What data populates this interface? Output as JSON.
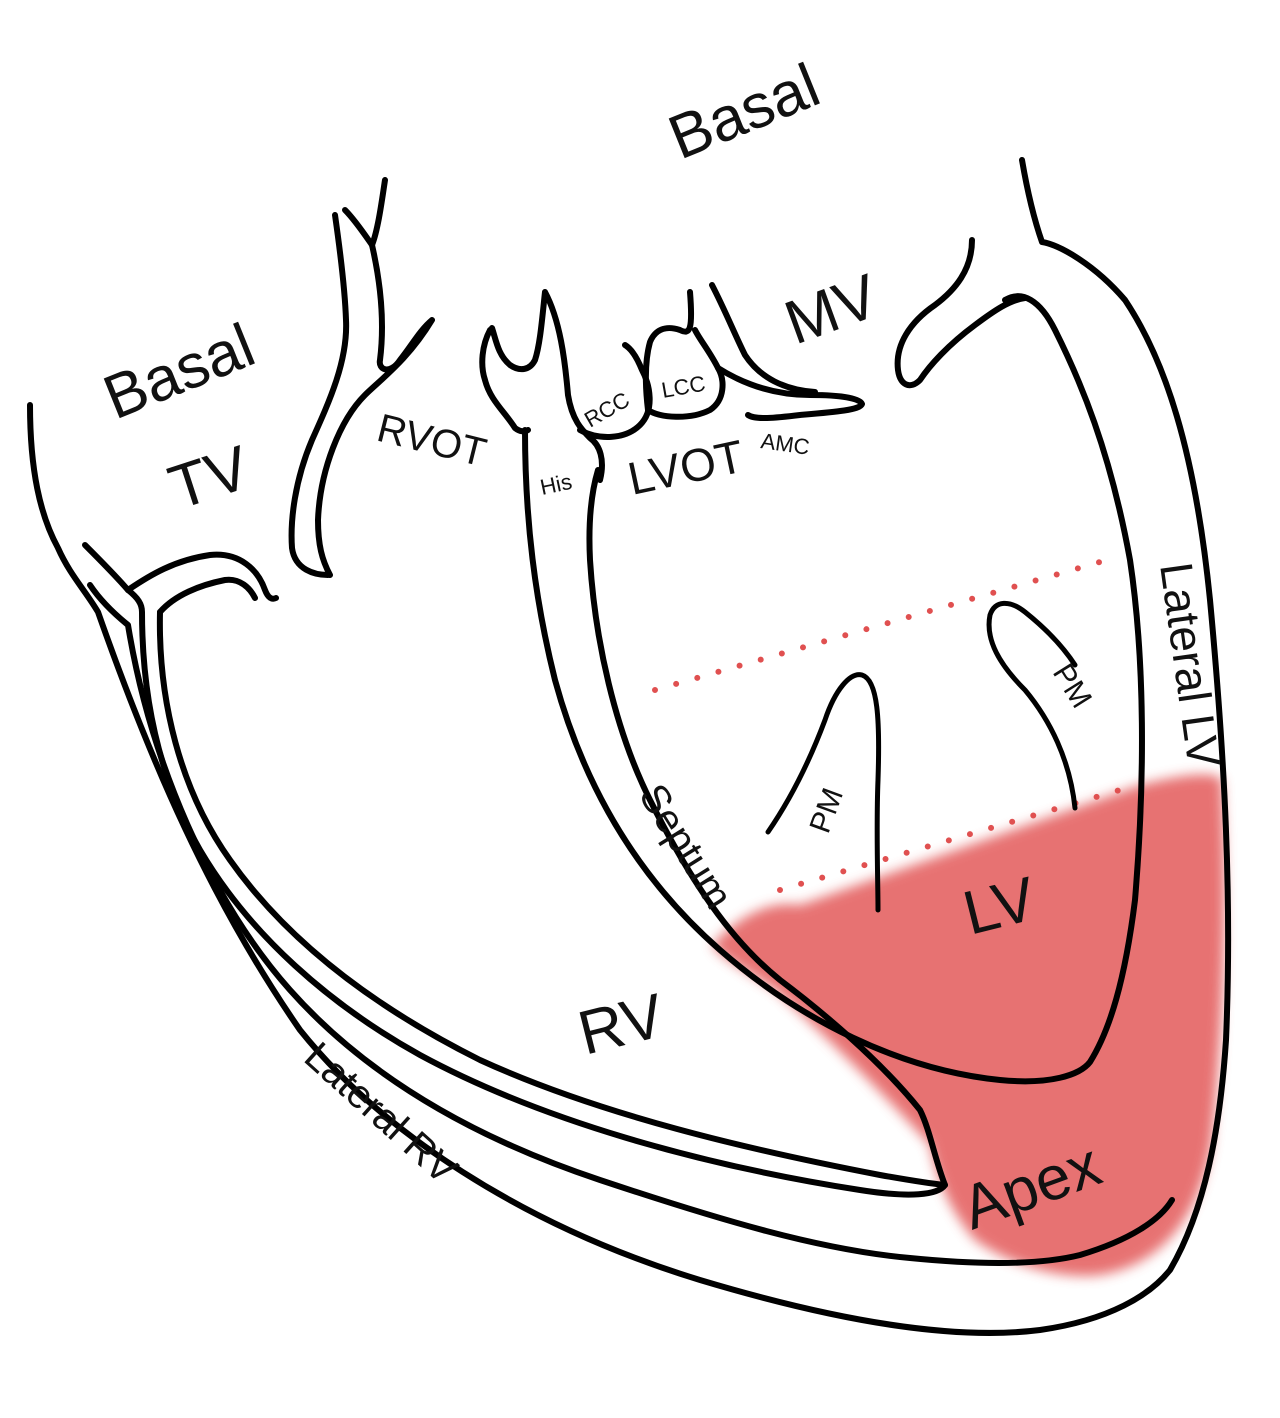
{
  "colors": {
    "outline": "#000000",
    "apex_highlight": "#e35a5a",
    "dotted_lines": "#e05050"
  },
  "labels": {
    "basal_top": "Basal",
    "basal_left": "Basal",
    "tv": "TV",
    "rvot": "RVOT",
    "his": "His",
    "rcc": "RCC",
    "lcc": "LCC",
    "lvot": "LVOT",
    "amc": "AMC",
    "mv": "MV",
    "lateral_lv": "Lateral LV",
    "pm_right": "PM",
    "pm_left": "PM",
    "septum": "Septum",
    "lv": "LV",
    "rv": "RV",
    "lateral_rv": "Lateral RV",
    "apex": "Apex"
  }
}
